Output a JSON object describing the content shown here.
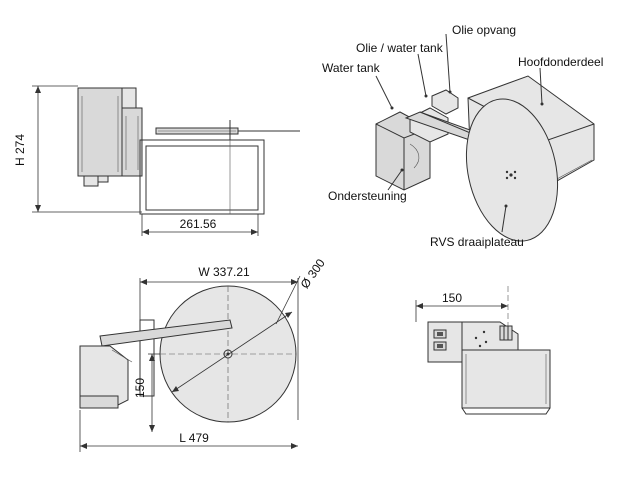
{
  "labels": {
    "olie_opvang": "Olie opvang",
    "olie_water_tank": "Olie / water tank",
    "water_tank": "Water tank",
    "hoofdonderdeel": "Hoofdonderdeel",
    "ondersteuning": "Ondersteuning",
    "rvs_draaiplateau": "RVS draaiplateau"
  },
  "dimensions": {
    "height": "H 274",
    "width_front": "261.56",
    "width_top": "W 337.21",
    "diameter": "Ø 300",
    "offset_vertical": "150",
    "length": "L 479",
    "offset_side": "150"
  }
}
